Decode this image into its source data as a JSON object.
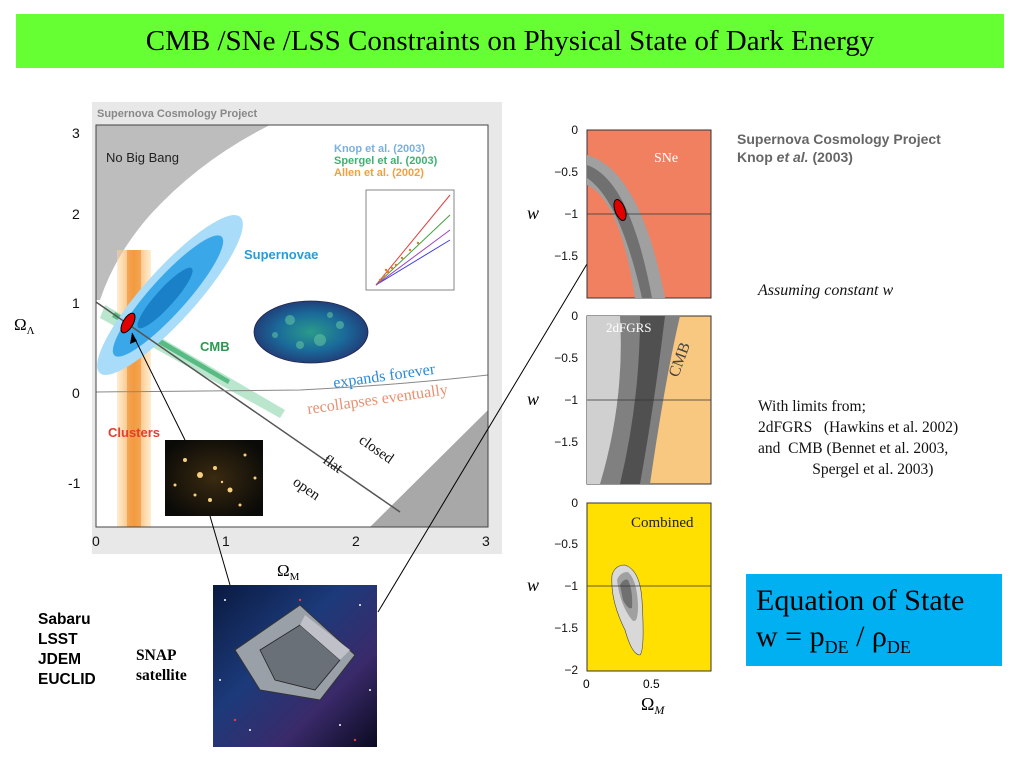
{
  "title": "CMB /SNe /LSS Constraints on Physical State of Dark Energy",
  "left_plot": {
    "header": "Supernova Cosmology Project",
    "no_big_bang": "No Big Bang",
    "refs": [
      "Knop et al. (2003)",
      "Spergel et al.  (2003)",
      "Allen et al.  (2002)"
    ],
    "ref_colors": [
      "#7ab0e0",
      "#3cb371",
      "#f0a040"
    ],
    "label_supernovae": "Supernovae",
    "label_cmb": "CMB",
    "label_clusters": "Clusters",
    "label_expands": "expands forever",
    "label_recollapses": "recollapses eventually",
    "label_closed": "closed",
    "label_flat": "flat",
    "label_open": "open",
    "y_label": "Ω",
    "y_sub": "Λ",
    "x_label": "Ω",
    "x_sub": "M",
    "x_ticks": [
      "0",
      "1",
      "2",
      "3"
    ],
    "y_ticks": [
      "3",
      "2",
      "1",
      "0",
      "-1"
    ]
  },
  "right_panels": {
    "header_line1": "Supernova Cosmology Project",
    "header_line2": "Knop",
    "header_line2_italic": "et al.",
    "header_line2_year": "(2003)",
    "panel1_label": "SNe",
    "panel2_labels": [
      "2dFGRS",
      "CMB"
    ],
    "panel3_label": "Combined",
    "y_label": "w",
    "y_ticks_top": [
      "0",
      "−0.5",
      "−1",
      "−1.5"
    ],
    "y_ticks_bottom": [
      "0",
      "−0.5",
      "−1",
      "−1.5",
      "−2"
    ],
    "x_ticks": [
      "0",
      "0.5"
    ],
    "x_label": "Ω",
    "x_sub": "M"
  },
  "notes": {
    "assuming": "Assuming constant w",
    "limits": "With limits from;\n2dFGRS   (Hawkins et al. 2002)\nand  CMB (Bennet et al. 2003,\n              Spergel et al. 2003)"
  },
  "eos": {
    "line1": "Equation of State",
    "line2_prefix": "w = p",
    "sub1": "DE",
    "slash": " / ρ",
    "sub2": "DE"
  },
  "projects": [
    "Sabaru",
    "LSST",
    "JDEM",
    "EUCLID"
  ],
  "snap": [
    "SNAP",
    "satellite"
  ],
  "colors": {
    "title_bg": "#66ff33",
    "eos_bg": "#00b0f0",
    "sne_panel": "#f08060",
    "cmb_panel": "#f8c880",
    "combined_panel": "#ffe000"
  }
}
